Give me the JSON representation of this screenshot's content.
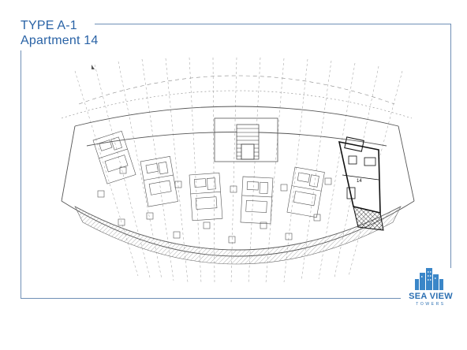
{
  "header": {
    "type_label": "TYPE A-1",
    "apartment_label": "Apartment 14"
  },
  "plan": {
    "unit_number": "14",
    "highlight_color": "#111111",
    "line_color": "#555555"
  },
  "logo": {
    "name": "SEA VIEW",
    "subtitle": "TOWERS",
    "icon": "city-buildings-icon",
    "color": "#2b6fb2"
  }
}
